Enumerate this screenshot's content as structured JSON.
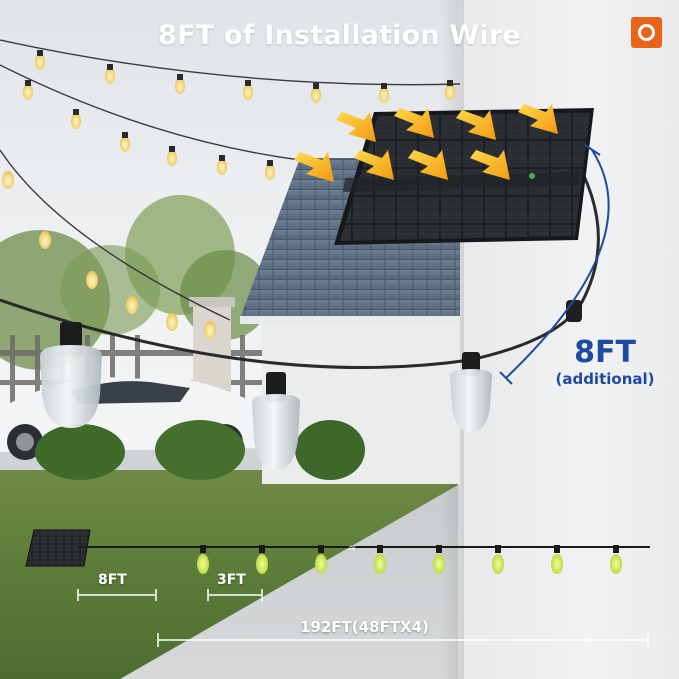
{
  "title": "8FT of Installation Wire",
  "brand_color": "#e8641b",
  "accent_blue": "#1f4aa0",
  "icons": {
    "logo": "brand-ring-icon",
    "arrows": "sunlight-arrow-icon",
    "bulb": "string-bulb-icon",
    "panel": "solar-panel-icon"
  },
  "dimensions": {
    "extension_length": "8FT",
    "extension_note": "(additional)",
    "lead_wire": "8FT",
    "bulb_spacing": "3FT",
    "total_length": "192FT(48FTX4)"
  }
}
